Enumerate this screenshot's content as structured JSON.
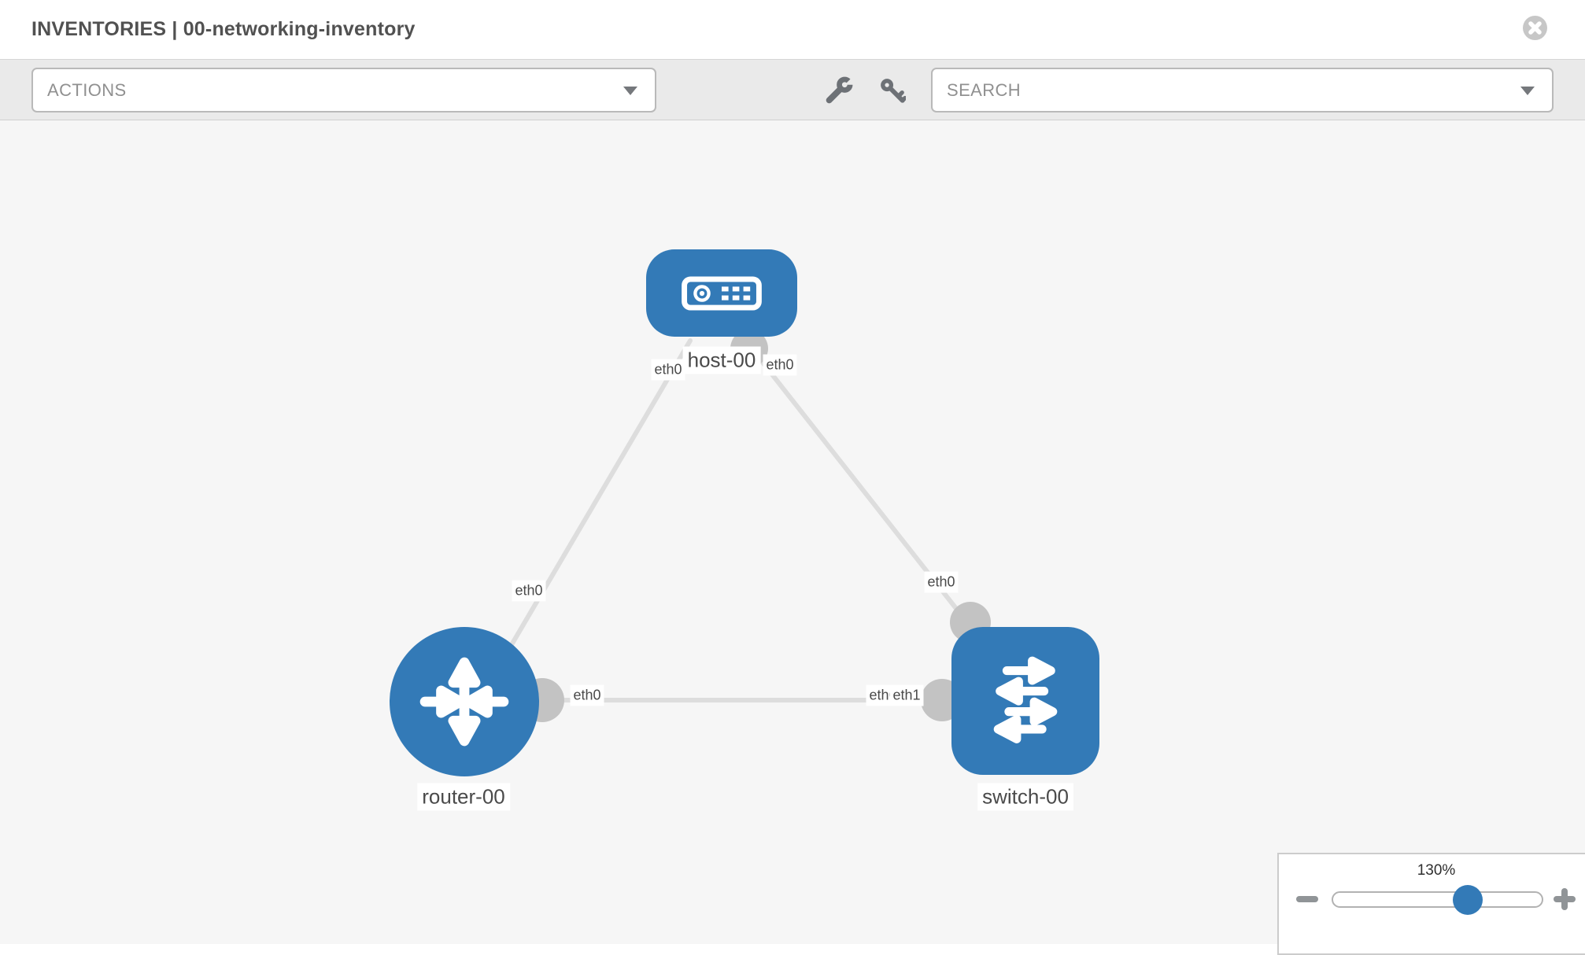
{
  "window": {
    "title": "INVENTORIES | 00-networking-inventory"
  },
  "toolbar": {
    "actions_label": "ACTIONS",
    "search_placeholder": "SEARCH",
    "tool_icons": [
      "wrench-icon",
      "key-icon"
    ]
  },
  "topology": {
    "nodes": [
      {
        "label": "host-00",
        "type": "host"
      },
      {
        "label": "router-00",
        "type": "router"
      },
      {
        "label": "switch-00",
        "type": "switch"
      }
    ],
    "links": [
      {
        "source": "host-00",
        "target": "router-00"
      },
      {
        "source": "host-00",
        "target": "switch-00"
      },
      {
        "source": "router-00",
        "target": "switch-00"
      }
    ],
    "interfaces": {
      "host_end_to_router": "eth0",
      "router_end_to_host": "eth0",
      "host_end_to_switch": "eth0",
      "switch_end_to_host": "eth0",
      "router_end_to_switch": "eth0",
      "switch_end_to_router": "eth1",
      "switch_end_overlapped": "eth0"
    },
    "colors": {
      "node_fill": "#337ab7",
      "port_fill": "#c3c3c3",
      "link_stroke": "#dddddd"
    }
  },
  "zoom_control": {
    "value": "130%"
  }
}
